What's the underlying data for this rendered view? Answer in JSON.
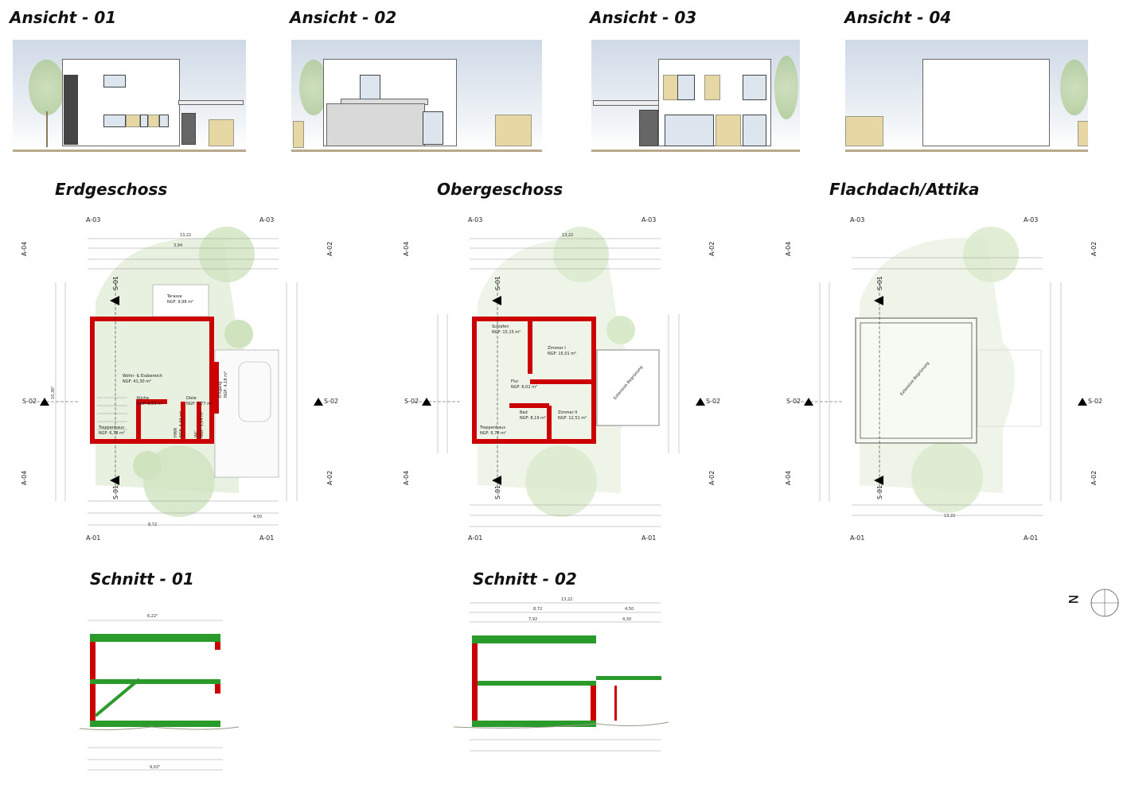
{
  "elevations": [
    {
      "title": "Ansicht - 01"
    },
    {
      "title": "Ansicht - 02"
    },
    {
      "title": "Ansicht - 03"
    },
    {
      "title": "Ansicht - 04"
    }
  ],
  "plans": {
    "eg": {
      "title": "Erdgeschoss",
      "rooms": [
        {
          "name": "Terasse",
          "area": "NGF: 9,98 m²"
        },
        {
          "name": "Wohn- & Essbereich",
          "area": "NGF:         41,30 m²"
        },
        {
          "name": "Küche",
          "area": "NGF: 8,53 m²"
        },
        {
          "name": "Diele",
          "area": "NGF: 1,77 m²"
        },
        {
          "name": "Eingang",
          "area": "NGF: 4,18 m²"
        },
        {
          "name": "Treppenhaus",
          "area": "NGF: 6,78 m²"
        },
        {
          "name": "HWR",
          "area": "NGF: 3,34 m²"
        },
        {
          "name": "WC",
          "area": "NGF: 3,14 m²"
        }
      ]
    },
    "og": {
      "title": "Obergeschoss",
      "rooms": [
        {
          "name": "Schlafen",
          "area": "NGF: 15,15 m²"
        },
        {
          "name": "Zimmer I",
          "area": "NGF: 15,01 m²"
        },
        {
          "name": "Flur",
          "area": "NGF: 6,02 m²"
        },
        {
          "name": "Bad",
          "area": "NGF: 8,19 m²"
        },
        {
          "name": "Zimmer II",
          "area": "NGF: 12,51 m²"
        },
        {
          "name": "Treppenhaus",
          "area": "NGF: 6,78 m²"
        }
      ],
      "roof_label": "Extensive Begrünung"
    },
    "dach": {
      "title": "Flachdach/Attika",
      "roof_label": "Extensive Begrünung"
    }
  },
  "markers": {
    "a01": "A-01",
    "a02": "A-02",
    "a03": "A-03",
    "a04": "A-04",
    "s01": "S-01",
    "s02": "S-02"
  },
  "dims": {
    "total": "13,22",
    "house": "8,72",
    "carport": "4,50",
    "d1": "3,94",
    "d2": "4,30",
    "d3": "7,92",
    "d4": "6,22⁵",
    "d5": "9,02⁵",
    "d6": "10,36⁵"
  },
  "sections": [
    {
      "title": "Schnitt - 01"
    },
    {
      "title": "Schnitt - 02"
    }
  ],
  "north": {
    "label": "N"
  }
}
